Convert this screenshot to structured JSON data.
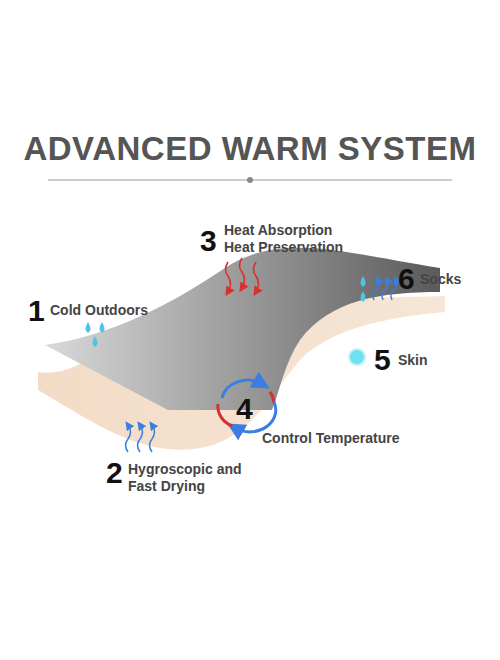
{
  "diagram": {
    "title": "ADVANCED WARM SYSTEM",
    "labels": [
      "1",
      "Cold Outdoors",
      "2",
      "Hygroscopic and Fast Drying",
      "3",
      "Heat Absorption",
      "Heat Preservation",
      "4",
      "Control Temperature",
      "5",
      "Skin",
      "6",
      "Socks"
    ]
  }
}
